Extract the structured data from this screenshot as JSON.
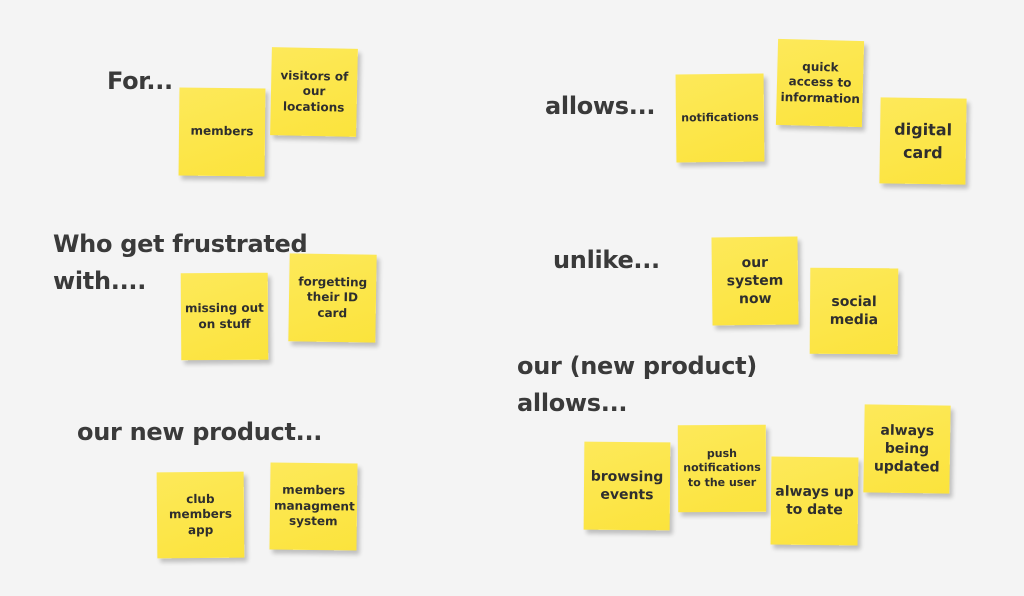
{
  "headings": {
    "for": "For...",
    "allows": "allows...",
    "who_line1": "Who get frustrated",
    "who_line2": "with....",
    "unlike": "unlike...",
    "our_new_product": "our new product...",
    "our_new_product_allows_line1": "our (new product)",
    "our_new_product_allows_line2": "allows..."
  },
  "notes": {
    "members": "members",
    "visitors": "visitors of our locations",
    "notifications": "notifications",
    "quick_access": "quick access to information",
    "digital_card": "digital card",
    "missing_out": "missing out on stuff",
    "forgetting_id": "forgetting their ID card",
    "our_system_now": "our system now",
    "social_media": "social media",
    "club_members_app": "club members app",
    "members_management": "members managment system",
    "browsing_events": "browsing events",
    "push_notifications": "push notifications to the user",
    "always_up_to_date": "always up to date",
    "always_being_updated": "always being updated"
  },
  "colors": {
    "board_background": "#f4f4f4",
    "sticky_note": "#fce94f",
    "text": "#3a3a3a"
  }
}
